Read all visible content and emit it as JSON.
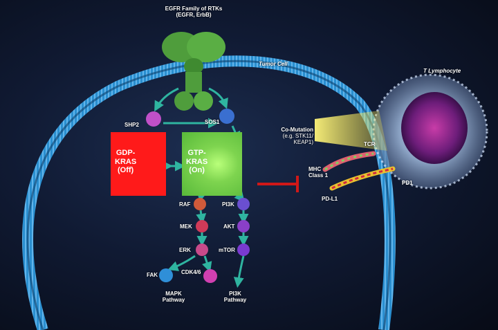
{
  "receptor": {
    "title": "EGFR Family of RTKs",
    "subtitle": "(EGFR, ErbB)"
  },
  "tumor_cell_label": "Tumor Cell",
  "t_cell_label": "T Lymphocyte",
  "upstream": {
    "shp2": "SHP2",
    "sos1": "SOS1"
  },
  "kras_off": "GDP-\nKRAS\n(Off)",
  "kras_on": "GTP-\nKRAS\n(On)",
  "mapk": {
    "raf": "RAF",
    "mek": "MEK",
    "erk": "ERK",
    "fak": "FAK",
    "cdk": "CDK4/6",
    "pathway": "MAPK\nPathway"
  },
  "pi3k": {
    "pi3k": "PI3K",
    "akt": "AKT",
    "mtor": "mTOR",
    "pathway": "PI3K\nPathway"
  },
  "comutation": {
    "title": "Co-Mutation",
    "detail": "(e.g. STK11/\nKEAP1)"
  },
  "immune": {
    "mhc": "MHC\nClass 1",
    "tcr": "TCR",
    "pd1": "PD1",
    "pdl1": "PD-L1"
  },
  "colors": {
    "membrane": "#2a8fd0",
    "arrow": "#2fb4a0",
    "kras_off": "#ff1a1a",
    "kras_on": "#6cc84a",
    "inhibit": "#d01818",
    "receptor": "#4f9d3c"
  }
}
